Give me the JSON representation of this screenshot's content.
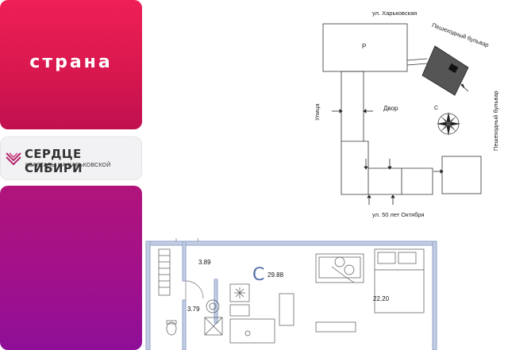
{
  "brand": {
    "logo_text": "страна",
    "bg_color": "#e01a52"
  },
  "complex": {
    "name": "СЕРДЦЕ СИБИРИ",
    "subtitle": "КВАРТАЛЫ НА ХАРЬКОВСКОЙ",
    "logo_color": "#b5286c"
  },
  "promo": {
    "bg_color": "#a2108a"
  },
  "site_plan": {
    "street_top": "ул. Харьковская",
    "boulevard_top": "Пешеходный бульвар",
    "boulevard_right": "Пешеходный бульвар",
    "street_left": "Улица",
    "yard": "Двор",
    "parking": "P",
    "compass_letter": "С",
    "street_bottom": "ул. 50 лет Октября"
  },
  "floor_plan": {
    "room_label": "С",
    "total_area": "29.88",
    "hall_area": "3.89",
    "bath_area": "3.79",
    "living_area": "22.20",
    "wall_color": "#8fa3c9"
  }
}
